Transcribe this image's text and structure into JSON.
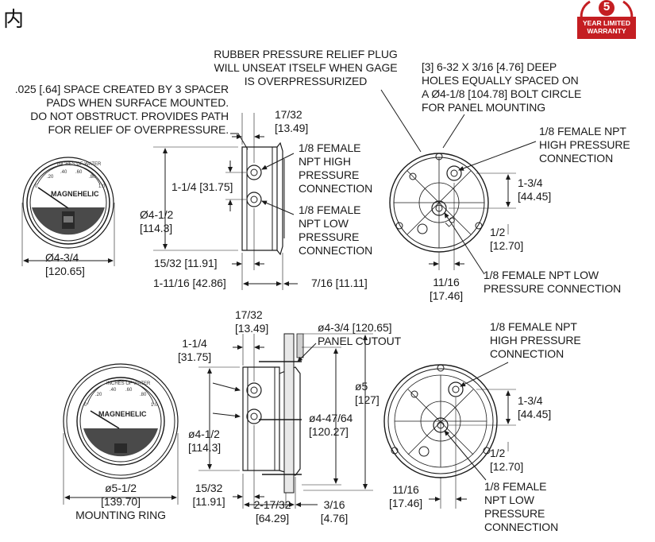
{
  "corner_char": "内",
  "badge": {
    "number": "5",
    "line1": "YEAR LIMITED",
    "line2": "WARRANTY",
    "color": "#c41e22"
  },
  "gauge": {
    "brand": "MAGNEHELIC",
    "scale": [
      "0",
      ".20",
      ".40",
      ".60",
      ".80",
      "1.0"
    ],
    "inches_of_water": "INCHES OF WATER"
  },
  "top": {
    "spacer_note": ".025 [.64] SPACE CREATED BY 3 SPACER\nPADS WHEN SURFACE MOUNTED.\nDO NOT OBSTRUCT. PROVIDES PATH\nFOR RELIEF OF OVERPRESSURE.",
    "relief_plug": "RUBBER PRESSURE RELIEF PLUG\nWILL UNSEAT ITSELF WHEN GAGE\nIS OVERPRESSURIZED",
    "holes_note": "[3] 6-32 X 3/16 [4.76] DEEP\nHOLES EQUALLY SPACED ON\nA Ø4-1/8 [104.78] BOLT CIRCLE\nFOR PANEL MOUNTING",
    "dim_17_32": "17/32\n[13.49]",
    "npt_high": "1/8 FEMALE\nNPT HIGH\nPRESSURE\nCONNECTION",
    "npt_low": "1/8 FEMALE\nNPT LOW\nPRESSURE\nCONNECTION",
    "dim_1_1_4": "1-1/4 [31.75]",
    "dim_4_1_2": "Ø4-1/2\n[114.3]",
    "dim_4_3_4": "Ø4-3/4\n[120.65]",
    "dim_15_32": "15/32 [11.91]",
    "dim_1_11_16": "1-11/16 [42.86]",
    "dim_7_16": "7/16 [11.11]",
    "rear_high": "1/8 FEMALE NPT\nHIGH PRESSURE\nCONNECTION",
    "dim_1_3_4": "1-3/4\n[44.45]",
    "dim_1_2": "1/2\n[12.70]",
    "rear_low": "1/8 FEMALE NPT LOW\nPRESSURE CONNECTION",
    "dim_11_16": "11/16\n[17.46]"
  },
  "bottom": {
    "dim_17_32": "17/32\n[13.49]",
    "panel_cutout": "ø4-3/4 [120.65]\nPANEL CUTOUT",
    "dim_1_1_4": "1-1/4\n[31.75]",
    "dim_5": "ø5\n[127]",
    "dim_4_47_64": "ø4-47/64\n[120.27]",
    "dim_4_1_2": "ø4-1/2\n[114.3]",
    "dim_5_1_2": "ø5-1/2\n[139.70]\nMOUNTING RING",
    "dim_15_32": "15/32\n[11.91]",
    "dim_2_17_32": "2-17/32\n[64.29]",
    "dim_3_16": "3/16\n[4.76]",
    "rear_high": "1/8 FEMALE NPT\nHIGH PRESSURE\nCONNECTION",
    "dim_1_3_4": "1-3/4\n[44.45]",
    "dim_1_2": "1/2\n[12.70]",
    "dim_11_16": "11/16\n[17.46]",
    "rear_low": "1/8 FEMALE\nNPT LOW\nPRESSURE\nCONNECTION"
  }
}
